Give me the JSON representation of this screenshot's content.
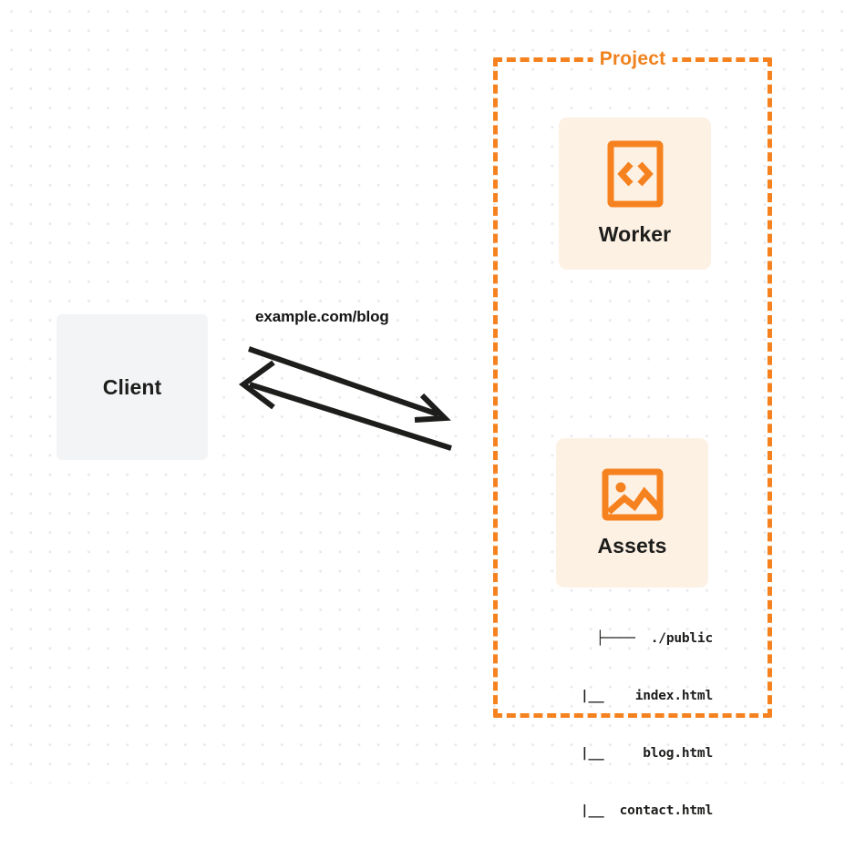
{
  "diagram": {
    "background": {
      "dot_color": "#e9e9ec",
      "page_color": "#ffffff"
    },
    "client": {
      "label": "Client",
      "fill": "#f3f4f6"
    },
    "connection": {
      "label": "example.com/blog",
      "stroke": "#1d1d1b",
      "direction_note": "bidirectional"
    },
    "project": {
      "title": "Project",
      "border_color": "#f6821f",
      "services": [
        {
          "name": "Worker",
          "icon": "code-brackets-icon",
          "fill": "#fdf1e4",
          "accent": "#f6821f"
        },
        {
          "name": "Assets",
          "icon": "image-icon",
          "fill": "#fdf1e4",
          "accent": "#f6821f"
        }
      ],
      "file_tree": [
        "├────  ./public",
        "   |__    index.html",
        "   |__     blog.html",
        "   |__  contact.html"
      ]
    }
  }
}
